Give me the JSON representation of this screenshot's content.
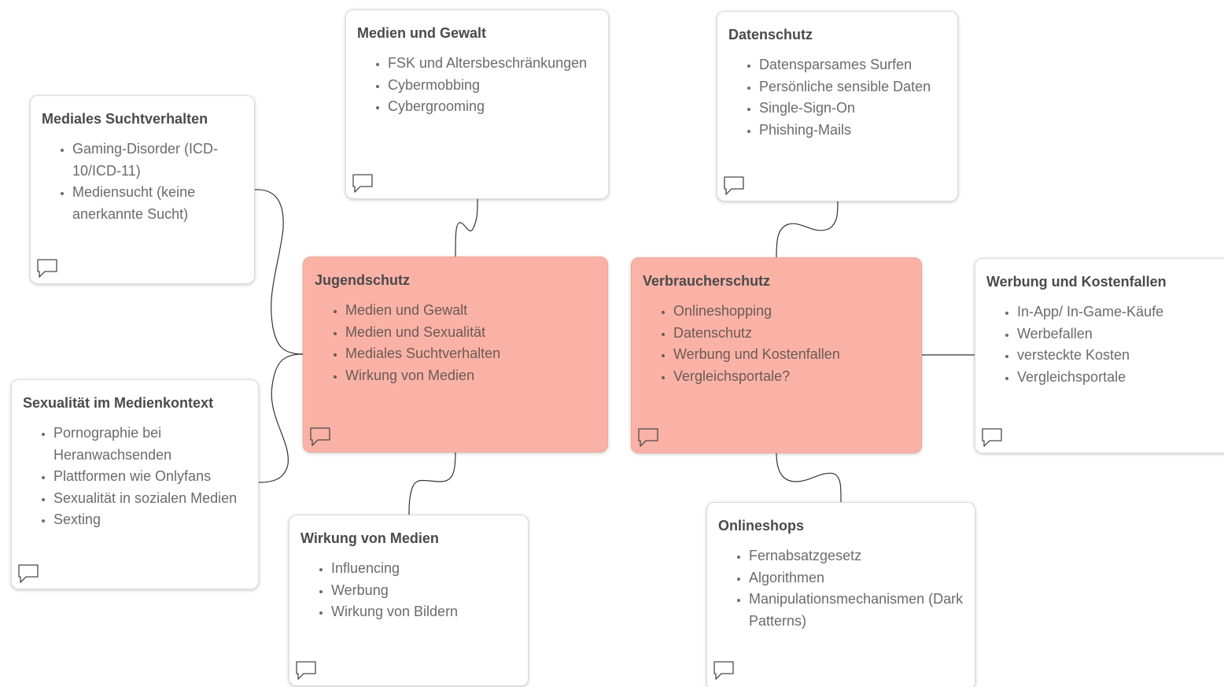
{
  "nodes": [
    {
      "id": "jugendschutz",
      "central": true,
      "title": "Jugendschutz",
      "items": [
        "Medien und Gewalt",
        "Medien und Sexualität",
        "Mediales Suchtverhalten",
        "Wirkung von Medien"
      ]
    },
    {
      "id": "verbraucherschutz",
      "central": true,
      "title": "Verbraucherschutz",
      "items": [
        "Onlineshopping",
        "Datenschutz",
        "Werbung und Kostenfallen",
        "Vergleichsportale?"
      ]
    },
    {
      "id": "medien-gewalt",
      "central": false,
      "title": "Medien und Gewalt",
      "items": [
        "FSK und Altersbeschränkungen",
        "Cybermobbing",
        "Cybergrooming"
      ]
    },
    {
      "id": "mediales-suchtverhalten",
      "central": false,
      "title": "Mediales Suchtverhalten",
      "items": [
        "Gaming-Disorder (ICD-10/ICD-11)",
        "Mediensucht (keine anerkannte Sucht)"
      ]
    },
    {
      "id": "sexualitaet-medienkontext",
      "central": false,
      "title": "Sexualität im Medienkontext",
      "items": [
        "Pornographie bei Heranwachsenden",
        "Plattformen wie Onlyfans",
        "Sexualität in sozialen Medien",
        "Sexting"
      ]
    },
    {
      "id": "wirkung-medien",
      "central": false,
      "title": "Wirkung von Medien",
      "items": [
        "Influencing",
        "Werbung",
        "Wirkung von Bildern"
      ]
    },
    {
      "id": "datenschutz",
      "central": false,
      "title": "Datenschutz",
      "items": [
        "Datensparsames Surfen",
        "Persönliche sensible Daten",
        "Single-Sign-On",
        "Phishing-Mails"
      ]
    },
    {
      "id": "werbung-kostenfallen",
      "central": false,
      "title": "Werbung und Kostenfallen",
      "items": [
        "In-App/ In-Game-Käufe",
        "Werbefallen",
        "versteckte Kosten",
        "Vergleichsportale"
      ]
    },
    {
      "id": "onlineshops",
      "central": false,
      "title": "Onlineshops",
      "items": [
        "Fernabsatzgesetz",
        "Algorithmen",
        "Manipulationsmechanismen (Dark Patterns)"
      ]
    }
  ],
  "edges": [
    {
      "from": "jugendschutz",
      "to": "medien-gewalt"
    },
    {
      "from": "jugendschutz",
      "to": "mediales-suchtverhalten"
    },
    {
      "from": "jugendschutz",
      "to": "sexualitaet-medienkontext"
    },
    {
      "from": "jugendschutz",
      "to": "wirkung-medien"
    },
    {
      "from": "verbraucherschutz",
      "to": "datenschutz"
    },
    {
      "from": "verbraucherschutz",
      "to": "werbung-kostenfallen"
    },
    {
      "from": "verbraucherschutz",
      "to": "onlineshops"
    }
  ],
  "colors": {
    "central_fill": "#fbb2a6",
    "card_fill": "#ffffff",
    "connector": "#333333",
    "title_text": "#4a4a4a",
    "item_text": "#6b6b6b"
  },
  "icons": {
    "comment": "speech-bubble-icon"
  }
}
